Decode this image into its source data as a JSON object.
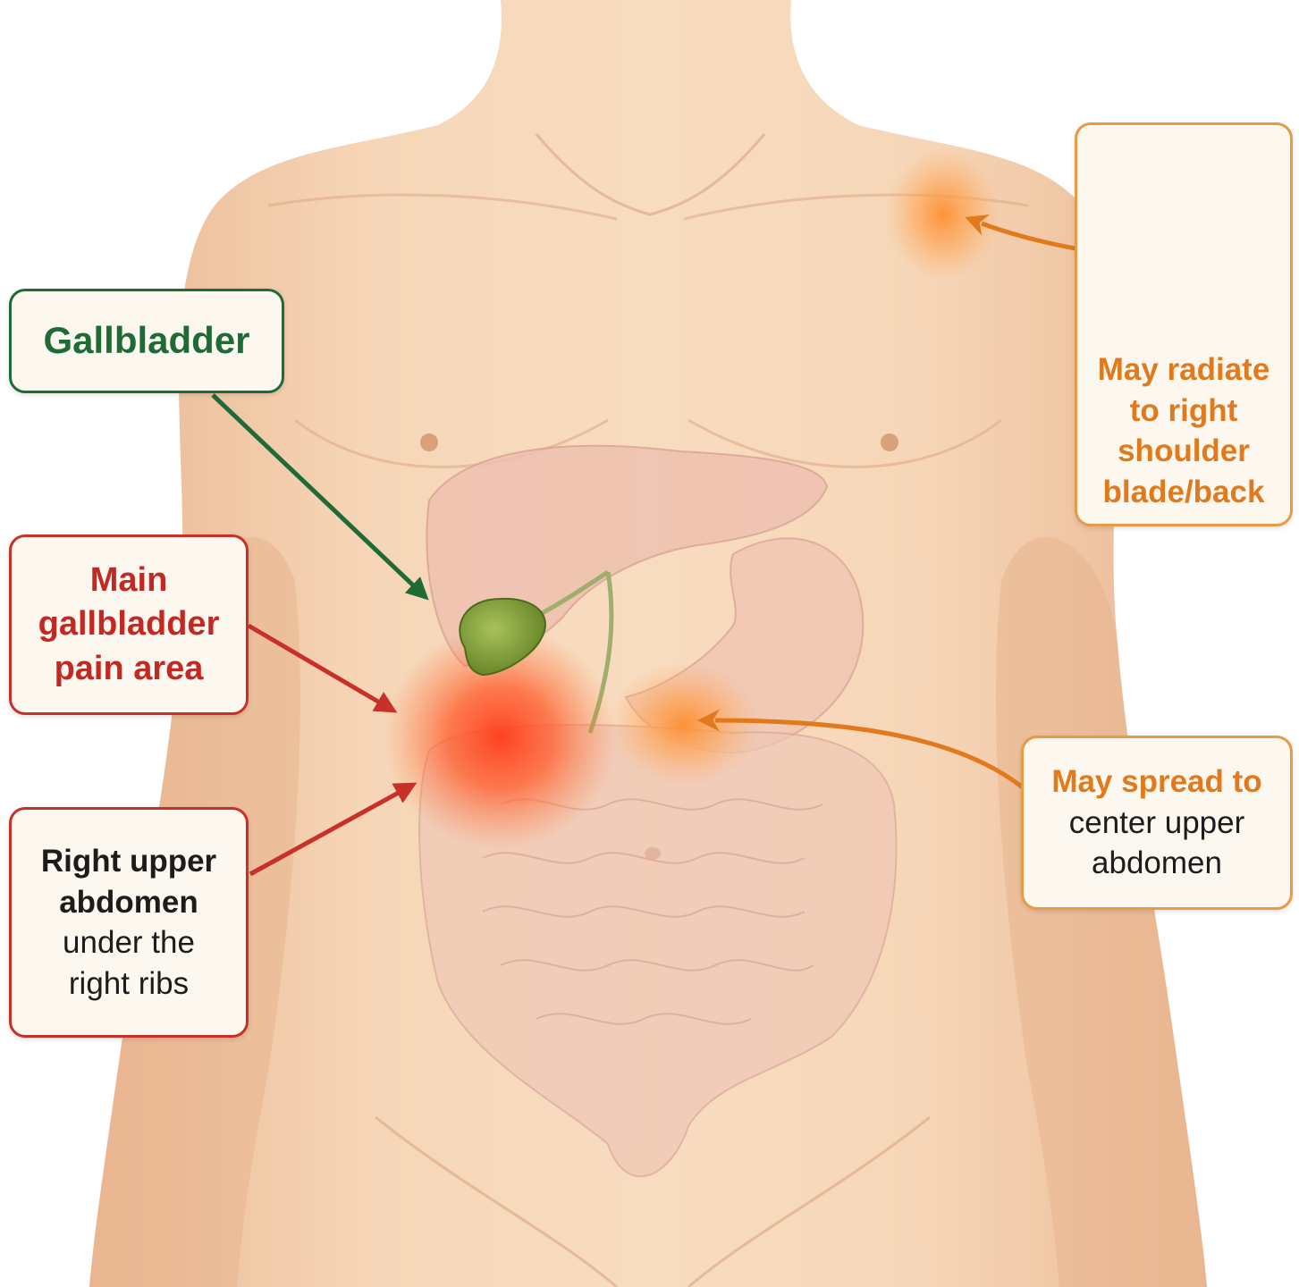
{
  "callouts": {
    "gallbladder": {
      "label": "Gallbladder"
    },
    "main_pain": {
      "line1": "Main",
      "line2": "gallbladder",
      "line3": "pain area"
    },
    "right_upper": {
      "line1": "Right upper",
      "line2": "abdomen",
      "line3": "under the",
      "line4": "right ribs"
    },
    "shoulder": {
      "line1": "May radiate",
      "line2": "to right",
      "line3": "shoulder",
      "line4": "blade/back"
    },
    "spread": {
      "line1": "May spread to",
      "line2": "center upper",
      "line3": "abdomen"
    }
  },
  "colors": {
    "gallbladder_green": "#1f6a35",
    "pain_red": "#c8302a",
    "radiate_orange": "#e07a1c",
    "skin": "#f3cda8"
  },
  "icons": [
    "person-back-icon"
  ]
}
